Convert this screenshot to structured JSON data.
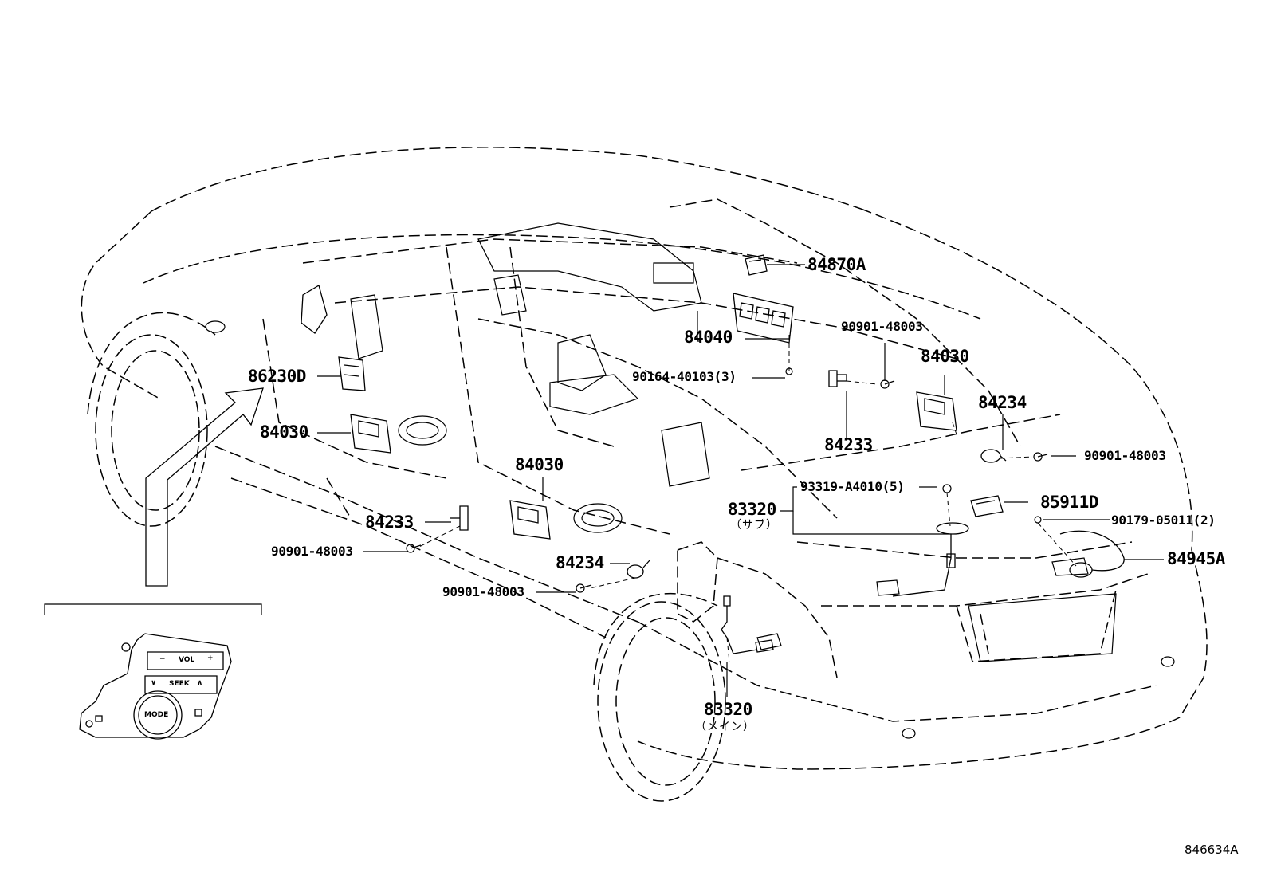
{
  "labels": {
    "p84870A": "84870A",
    "p84040": "84040",
    "p90901_48003_a": "90901-48003",
    "p84030_a": "84030",
    "p90164_40103": "90164-40103(3)",
    "p84234_a": "84234",
    "p86230D": "86230D",
    "p84233_a": "84233",
    "p90901_48003_b": "90901-48003",
    "p84030_b": "84030",
    "p84030_c": "84030",
    "p93319_A4010": "93319-A4010(5)",
    "p83320_sub": "83320",
    "note_sub": "（サブ）",
    "p85911D": "85911D",
    "p84233_b": "84233",
    "p90179_05011": "90179-05011(2)",
    "p90901_48003_c": "90901-48003",
    "p84945A": "84945A",
    "p84234_b": "84234",
    "p90901_48003_d": "90901-48003",
    "p83320_main": "83320",
    "note_main": "（メイン）",
    "ref_code": "846634A"
  },
  "switch_panel": {
    "vol": "VOL",
    "minus": "−",
    "plus": "+",
    "seek": "SEEK",
    "down": "∨",
    "up": "∧",
    "mode": "MODE"
  }
}
